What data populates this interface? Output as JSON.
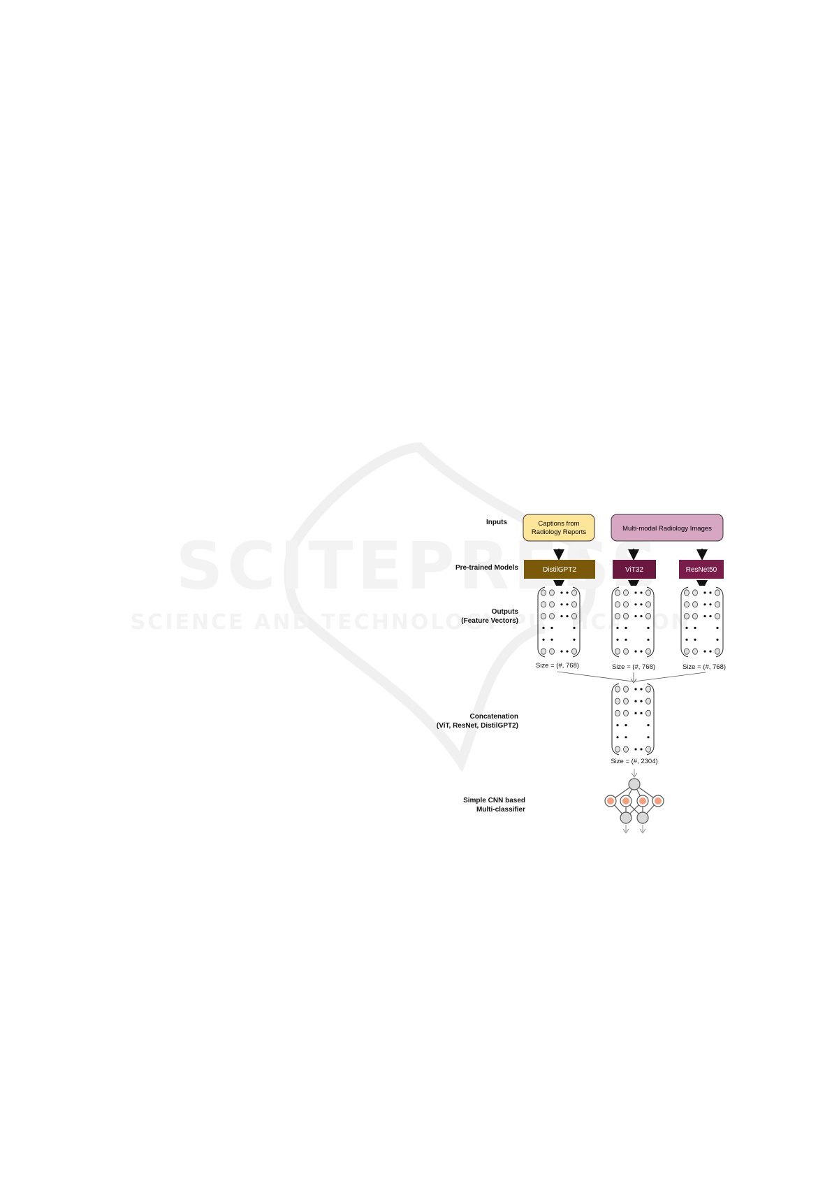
{
  "watermark": {
    "line1": "SCITEPRESS",
    "line2": "SCIENCE AND TECHNOLOGY PUBLICATIONS"
  },
  "labels": {
    "inputs": "Inputs",
    "pretrained": "Pre-trained Models",
    "outputs_1": "Outputs",
    "outputs_2": "(Feature Vectors)",
    "concat_1": "Concatenation",
    "concat_2": "(ViT, ResNet, DistilGPT2)",
    "classifier_1": "Simple CNN based",
    "classifier_2": "Multi-classifier"
  },
  "inputs": {
    "captions_line1": "Captions from",
    "captions_line2": "Radiology Reports",
    "images": "Multi-modal Radiology Images"
  },
  "models": {
    "distilgpt2": "DistilGPT2",
    "vit32": "ViT32",
    "resnet50": "ResNet50"
  },
  "sizes": {
    "distilgpt2": "Size = (#, 768)",
    "vit32": "Size = (#, 768)",
    "resnet50": "Size = (#, 768)",
    "concat": "Size = (#, 2304)"
  },
  "colors": {
    "captions_fill": "#fde59a",
    "images_fill": "#d7a6c3",
    "distilgpt2_fill": "#7a5a0a",
    "vit_fill": "#6b1840",
    "resnet_fill": "#7a1d4a",
    "node_orange": "#f4a07e",
    "node_gray": "#d9d9d9"
  }
}
